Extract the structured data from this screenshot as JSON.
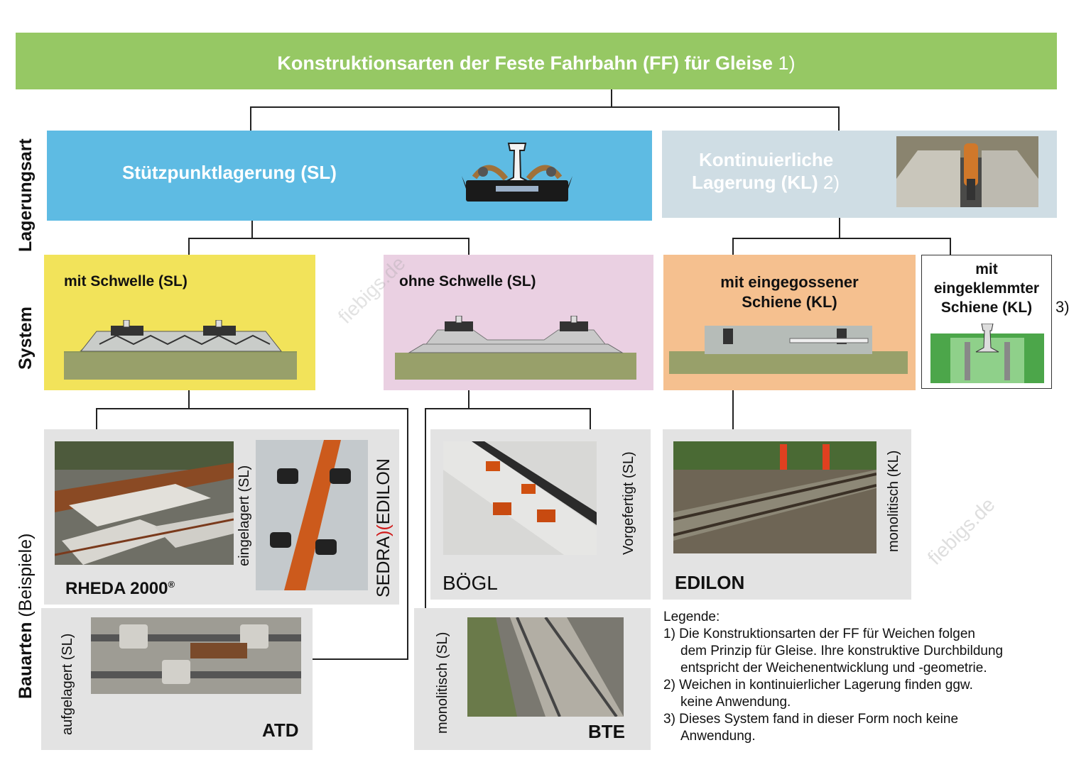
{
  "title": {
    "main": "Konstruktionsarten der Feste Fahrbahn (FF) für Gleise",
    "note": "1)"
  },
  "side_labels": {
    "lagerungsart": "Lagerungsart",
    "system": "System",
    "bauarten": "Bauarten",
    "beispiele": "(Beispiele)"
  },
  "lagerung": {
    "sl": {
      "label": "Stützpunktlagerung (SL)"
    },
    "kl": {
      "line1": "Kontinuierliche",
      "line2": "Lagerung (KL)",
      "note": "2)"
    }
  },
  "system": {
    "mit_schwelle": "mit Schwelle (SL)",
    "ohne_schwelle": "ohne Schwelle (SL)",
    "eingegossen_line1": "mit eingegossener",
    "eingegossen_line2": "Schiene (KL)",
    "eingeklemmt_line1": "mit",
    "eingeklemmt_line2": "eingeklemmter",
    "eingeklemmt_line3": "Schiene (KL)",
    "eingeklemmt_note": "3)"
  },
  "bauarten": {
    "rheda": "RHEDA  2000",
    "rheda_mark": "®",
    "eingelagert": "eingelagert (SL)",
    "sedra_a": "SEDRA",
    "sedra_sep": ")(",
    "sedra_b": "EDILON",
    "boegl": "BÖGL",
    "vorgefertigt": "Vorgefertigt (SL)",
    "edilon": "EDILON",
    "monolitisch_kl": "monolitisch (KL)",
    "atd": "ATD",
    "aufgelagert": "aufgelagert (SL)",
    "bte": "BTE",
    "monolitisch_sl": "monolitisch (SL)"
  },
  "legend": {
    "title": "Legende:",
    "l1a": "1) Die Konstruktionsarten der FF für Weichen folgen",
    "l1b": "dem Prinzip für Gleise. Ihre konstruktive Durchbildung",
    "l1c": "entspricht der Weichenentwicklung und -geometrie.",
    "l2a": "2) Weichen in kontinuierlicher Lagerung finden ggw.",
    "l2b": "keine Anwendung.",
    "l3a": "3) Dieses System fand in dieser Form noch keine",
    "l3b": "Anwendung."
  },
  "watermark": "fiebigs.de",
  "colors": {
    "title_green": "#96c864",
    "sl_blue": "#5ebbe3",
    "kl_grey": "#cfdde4",
    "yellow": "#f2e35a",
    "pink": "#ead0e2",
    "orange": "#f5c08f",
    "photo_panel": "#e3e3e3"
  }
}
